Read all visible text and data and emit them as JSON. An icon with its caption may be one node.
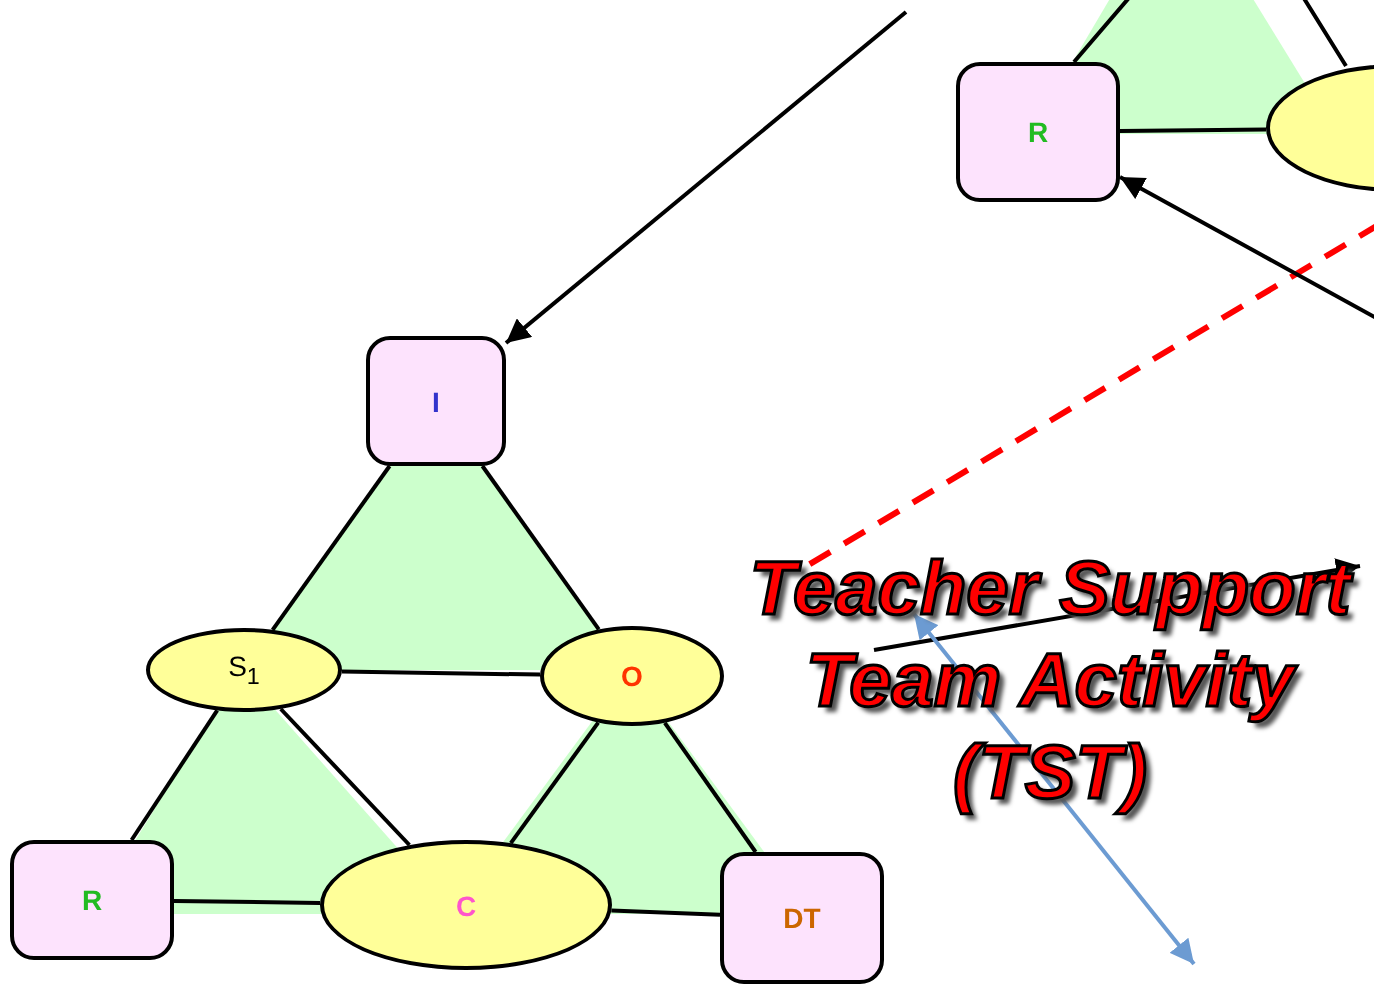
{
  "diagram": {
    "nodes": [
      {
        "text": [
          "I"
        ]
      },
      {
        "text": [
          "S$_{1}$"
        ]
      },
      {
        "text": [
          "O"
        ]
      },
      {
        "text": [
          "R"
        ]
      },
      {
        "text": [
          "C"
        ]
      },
      {
        "text": [
          "DT"
        ]
      },
      {
        "text": [
          "R"
        ]
      },
      {
        "text": [],
        "shape": "ellipse"
      }
    ],
    "edges": [
      {
        "from": 0,
        "to": 1,
        "arrow": "none"
      },
      {
        "from": 0,
        "to": 2,
        "arrow": "none"
      },
      {
        "from": 1,
        "to": 2,
        "arrow": "none"
      },
      {
        "from": 1,
        "to": 3,
        "arrow": "none"
      },
      {
        "from": 1,
        "to": 4,
        "arrow": "none"
      },
      {
        "from": 3,
        "to": 4,
        "arrow": "none"
      },
      {
        "from": 2,
        "to": 4,
        "arrow": "none"
      },
      {
        "from": 2,
        "to": 5,
        "arrow": "none"
      },
      {
        "from": 4,
        "to": 5,
        "arrow": "none"
      },
      {
        "from": 6,
        "to": 7,
        "arrow": "none"
      },
      {
        "from": null,
        "to": 0,
        "arrow": "to"
      },
      {
        "from": null,
        "to": 6,
        "arrow": "to"
      }
    ],
    "labels": [
      "Teacher Support Team Activity (TST)"
    ]
  }
}
